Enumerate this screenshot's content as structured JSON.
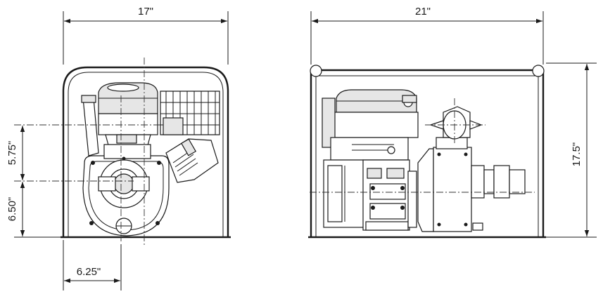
{
  "dimensions": {
    "front_width": "17\"",
    "side_width": "21\"",
    "side_height": "17.5\"",
    "front_upper_height": "5.75\"",
    "front_lower_height": "6.50\"",
    "front_offset": "6.25\""
  },
  "colors": {
    "line": "#1a1a1a",
    "background": "#ffffff"
  }
}
